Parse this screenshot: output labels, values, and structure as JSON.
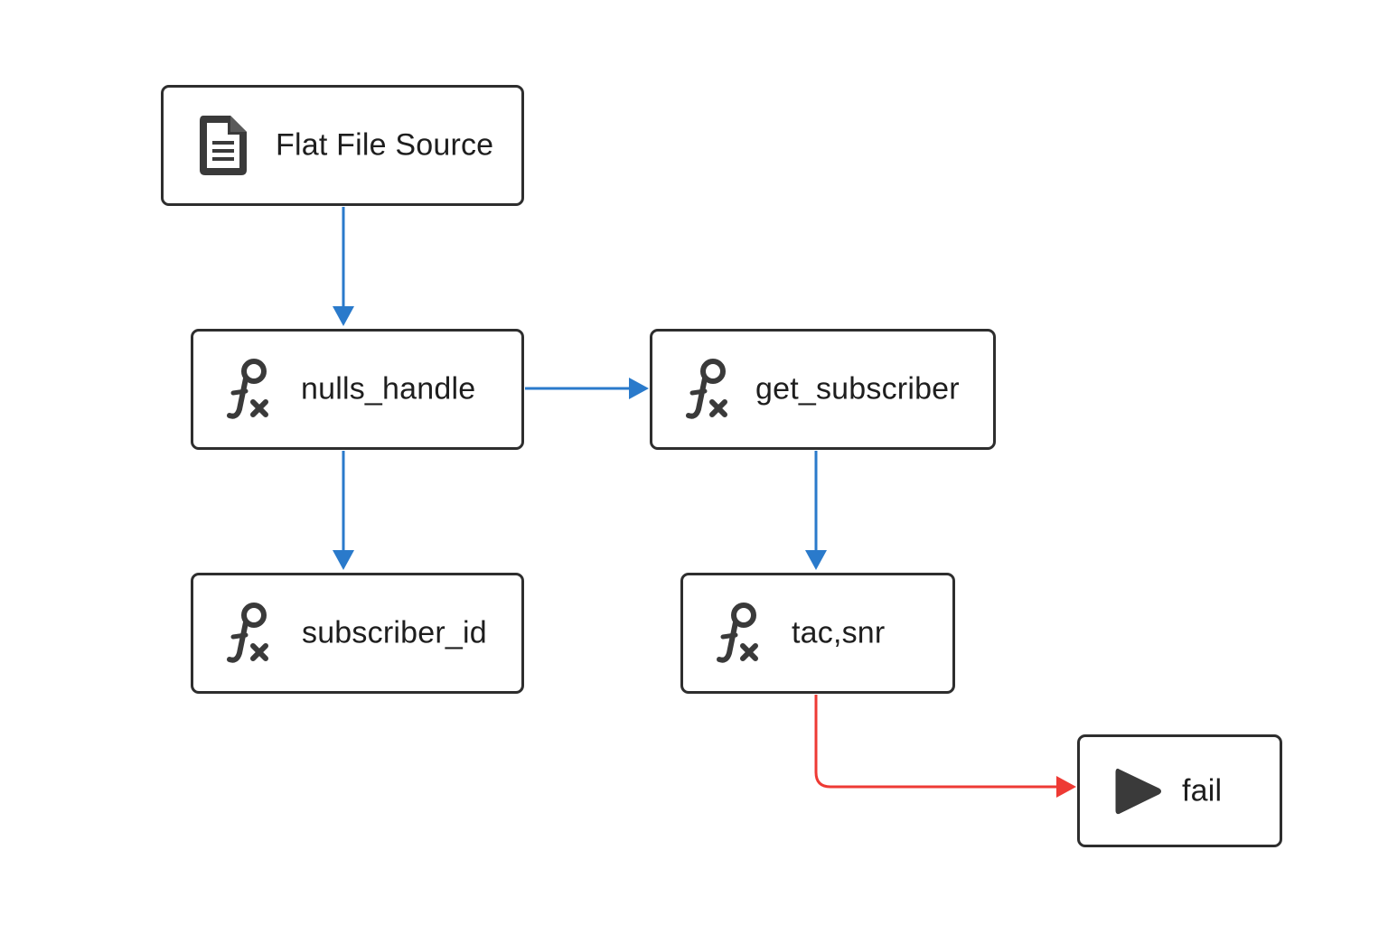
{
  "colors": {
    "success_connector": "#2a7acb",
    "failure_connector": "#ee3a34",
    "node_border": "#2e2e2e",
    "icon": "#3a3a3a",
    "text": "#1e1e1e",
    "background": "#ffffff"
  },
  "nodes": [
    {
      "id": "flat-file-source",
      "label": "Flat File Source",
      "icon": "document-icon"
    },
    {
      "id": "nulls-handle",
      "label": "nulls_handle",
      "icon": "function-icon"
    },
    {
      "id": "get-subscriber",
      "label": "get_subscriber",
      "icon": "function-icon"
    },
    {
      "id": "subscriber-id",
      "label": "subscriber_id",
      "icon": "function-icon"
    },
    {
      "id": "tac-snr",
      "label": "tac,snr",
      "icon": "function-icon"
    },
    {
      "id": "fail",
      "label": "fail",
      "icon": "play-icon"
    }
  ],
  "edges": [
    {
      "from": "flat-file-source",
      "to": "nulls-handle",
      "type": "success"
    },
    {
      "from": "nulls-handle",
      "to": "get-subscriber",
      "type": "success"
    },
    {
      "from": "nulls-handle",
      "to": "subscriber-id",
      "type": "success"
    },
    {
      "from": "get-subscriber",
      "to": "tac-snr",
      "type": "success"
    },
    {
      "from": "tac-snr",
      "to": "fail",
      "type": "failure"
    }
  ]
}
